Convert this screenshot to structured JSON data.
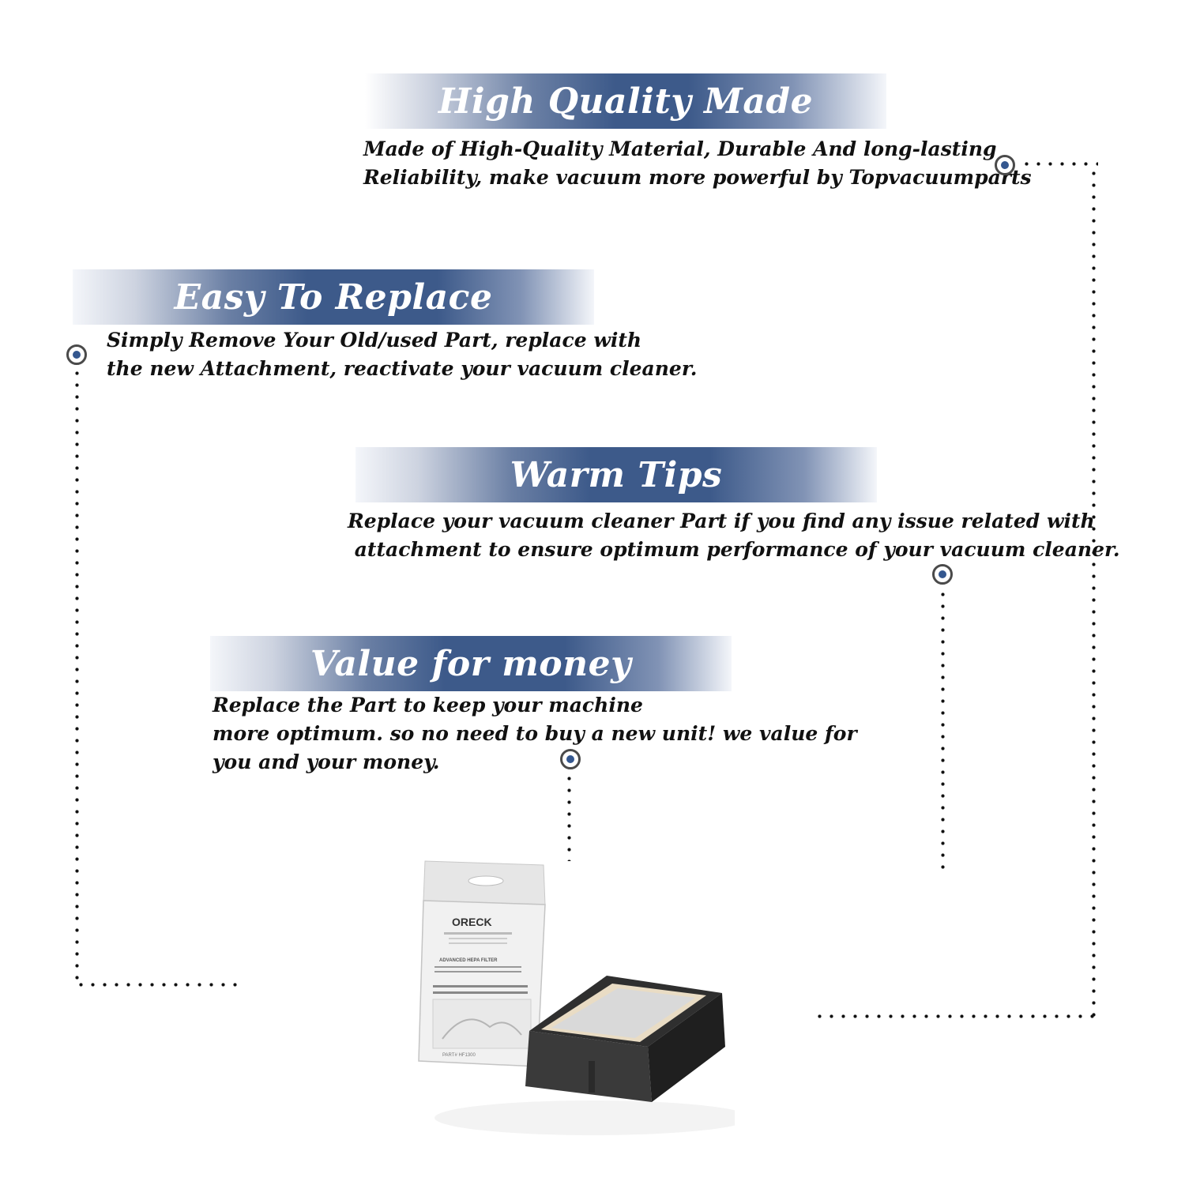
{
  "sections": [
    {
      "title": "High Quality Made",
      "lines": [
        "Made of  High-Quality Material, Durable And long-lasting",
        "Reliability, make vacuum more powerful by Topvacuumparts"
      ]
    },
    {
      "title": "Easy To Replace",
      "lines": [
        "Simply Remove Your Old/used Part, replace with",
        "the new Attachment, reactivate your vacuum cleaner."
      ]
    },
    {
      "title": "Warm Tips",
      "lines": [
        "Replace your vacuum cleaner Part if you find any issue related with",
        " attachment to ensure optimum performance of your vacuum cleaner."
      ]
    },
    {
      "title": "Value for money",
      "lines": [
        "Replace the Part to keep your machine",
        "more optimum. so no need to buy a new unit! we value for",
        "you and your money."
      ]
    }
  ],
  "product": {
    "brand": "ORECK",
    "label": "ADVANCED HEPA FILTER",
    "part": "PART# HF1300"
  },
  "colors": {
    "accent": "#3d5a8a",
    "marker": "#34578f",
    "text": "#111111"
  }
}
